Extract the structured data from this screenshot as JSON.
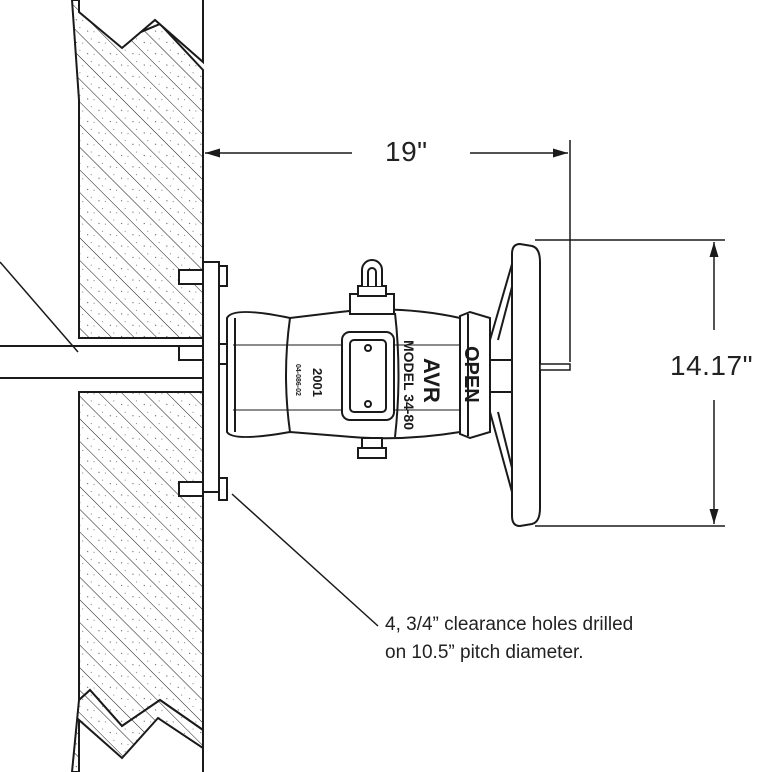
{
  "dimensions": {
    "width_label": "19\"",
    "height_label": "14.17\""
  },
  "callout": {
    "line1": "4, 3/4” clearance holes drilled",
    "line2": "on 10.5” pitch diameter."
  },
  "device": {
    "brand_mark": "AVR",
    "model_text": "MODEL 34-80",
    "year_text": "2001",
    "serial_text": "04-086-02",
    "direction_text": "OPEN"
  },
  "colors": {
    "line": "#1a1a1a",
    "background": "#ffffff"
  }
}
